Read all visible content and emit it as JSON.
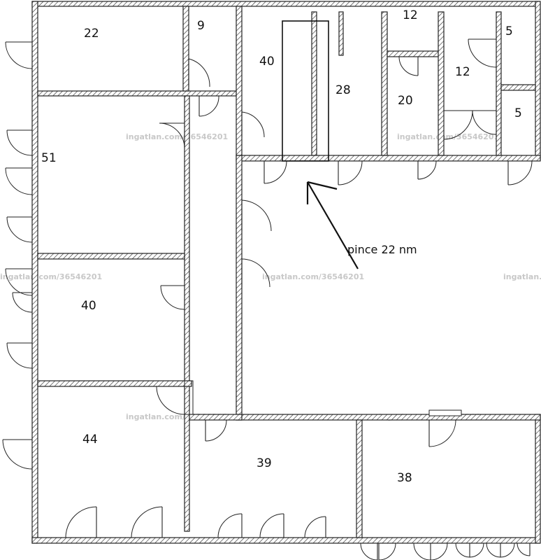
{
  "rooms": [
    {
      "key": "r22",
      "label": "22"
    },
    {
      "key": "r9",
      "label": "9"
    },
    {
      "key": "r40a",
      "label": "40"
    },
    {
      "key": "r28",
      "label": "28"
    },
    {
      "key": "r12a",
      "label": "12"
    },
    {
      "key": "r20",
      "label": "20"
    },
    {
      "key": "r12b",
      "label": "12"
    },
    {
      "key": "r5a",
      "label": "5"
    },
    {
      "key": "r5b",
      "label": "5"
    },
    {
      "key": "r51",
      "label": "51"
    },
    {
      "key": "r40b",
      "label": "40"
    },
    {
      "key": "r44",
      "label": "44"
    },
    {
      "key": "r39",
      "label": "39"
    },
    {
      "key": "r38",
      "label": "38"
    }
  ],
  "annotation": {
    "text": "pince 22 nm"
  },
  "watermark": {
    "text": "ingatlan.com/36546201"
  },
  "colors": {
    "wall_stroke": "#222222",
    "watermark": "#c8c8c8",
    "background": "#ffffff"
  }
}
